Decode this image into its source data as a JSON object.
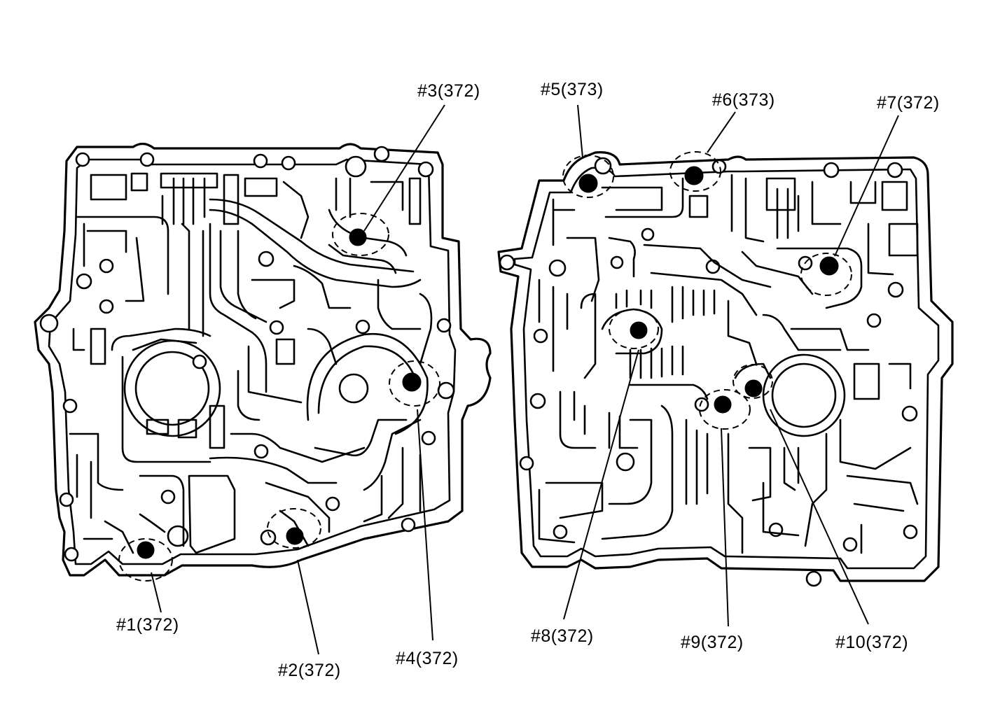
{
  "colors": {
    "ink": "#000000",
    "paper": "#ffffff"
  },
  "callouts": [
    {
      "id": "c1",
      "text": "#1(372)"
    },
    {
      "id": "c2",
      "text": "#2(372)"
    },
    {
      "id": "c3",
      "text": "#3(372)"
    },
    {
      "id": "c4",
      "text": "#4(372)"
    },
    {
      "id": "c5",
      "text": "#5(373)"
    },
    {
      "id": "c6",
      "text": "#6(373)"
    },
    {
      "id": "c7",
      "text": "#7(372)"
    },
    {
      "id": "c8",
      "text": "#8(372)"
    },
    {
      "id": "c9",
      "text": "#9(372)"
    },
    {
      "id": "c10",
      "text": "#10(372)"
    }
  ]
}
